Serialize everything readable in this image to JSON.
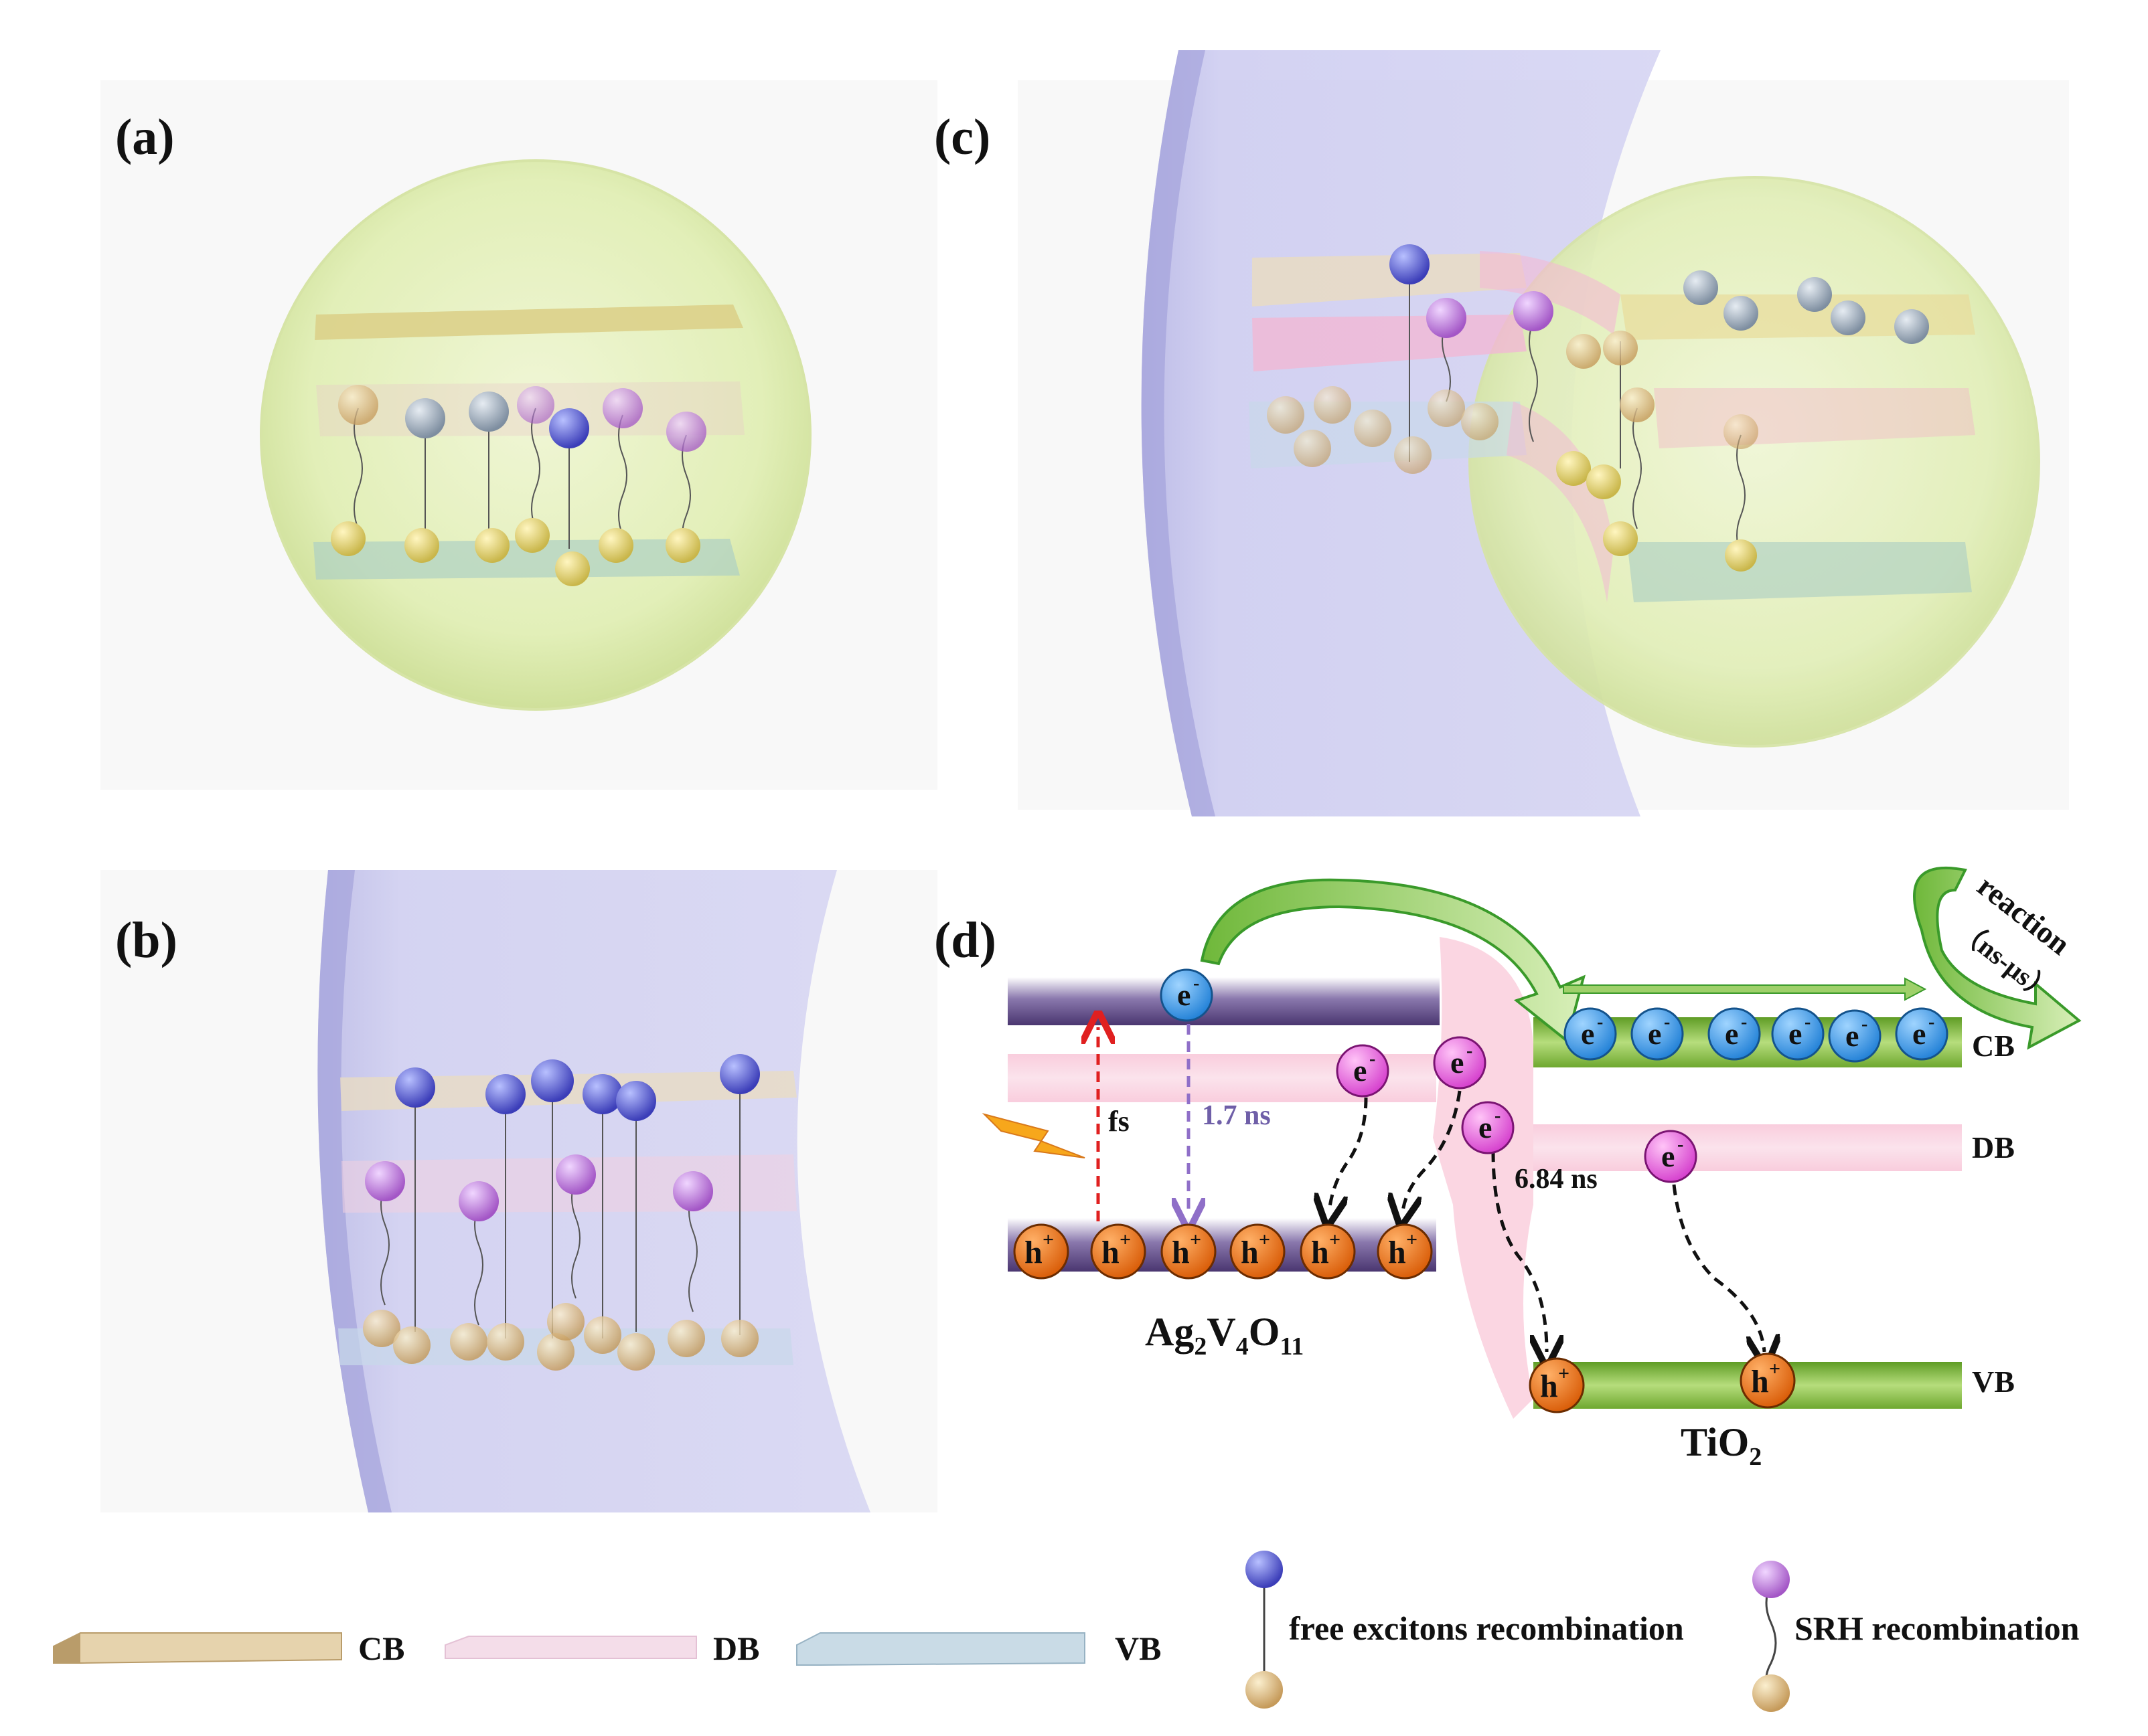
{
  "panels": {
    "a": "(a)",
    "b": "(b)",
    "c": "(c)",
    "d": "(d)"
  },
  "diagram_d": {
    "electron": "e",
    "electron_sup": "-",
    "hole": "h",
    "hole_sup": "+",
    "fs": "fs",
    "t_1_7": "1.7 ns",
    "t_6_84": "6.84 ns",
    "band_cb": "CB",
    "band_db": "DB",
    "band_vb": "VB",
    "mat_left_a": "Ag",
    "mat_left_s1": "2",
    "mat_left_b": "V",
    "mat_left_s2": "4",
    "mat_left_c": "O",
    "mat_left_s3": "11",
    "mat_right_a": "TiO",
    "mat_right_s": "2",
    "reaction": "reaction",
    "reaction_time": "（ns-μs）"
  },
  "legend": {
    "cb": "CB",
    "db": "DB",
    "vb": "VB",
    "free": "free excitons recombination",
    "srh": "SRH recombination"
  },
  "colors": {
    "cb_plate": "#e8d8a0",
    "db_plate": "#f4c6d8",
    "vb_plate": "#b9d4e6",
    "sphere": "#e2efb8",
    "slab": "#c9c8ee",
    "electron_blue": "#2f8fe0",
    "electron_pink": "#e34fd8",
    "hole_orange": "#e0650c",
    "band_green": "#7ab33b",
    "band_purple": "#5a4780"
  }
}
